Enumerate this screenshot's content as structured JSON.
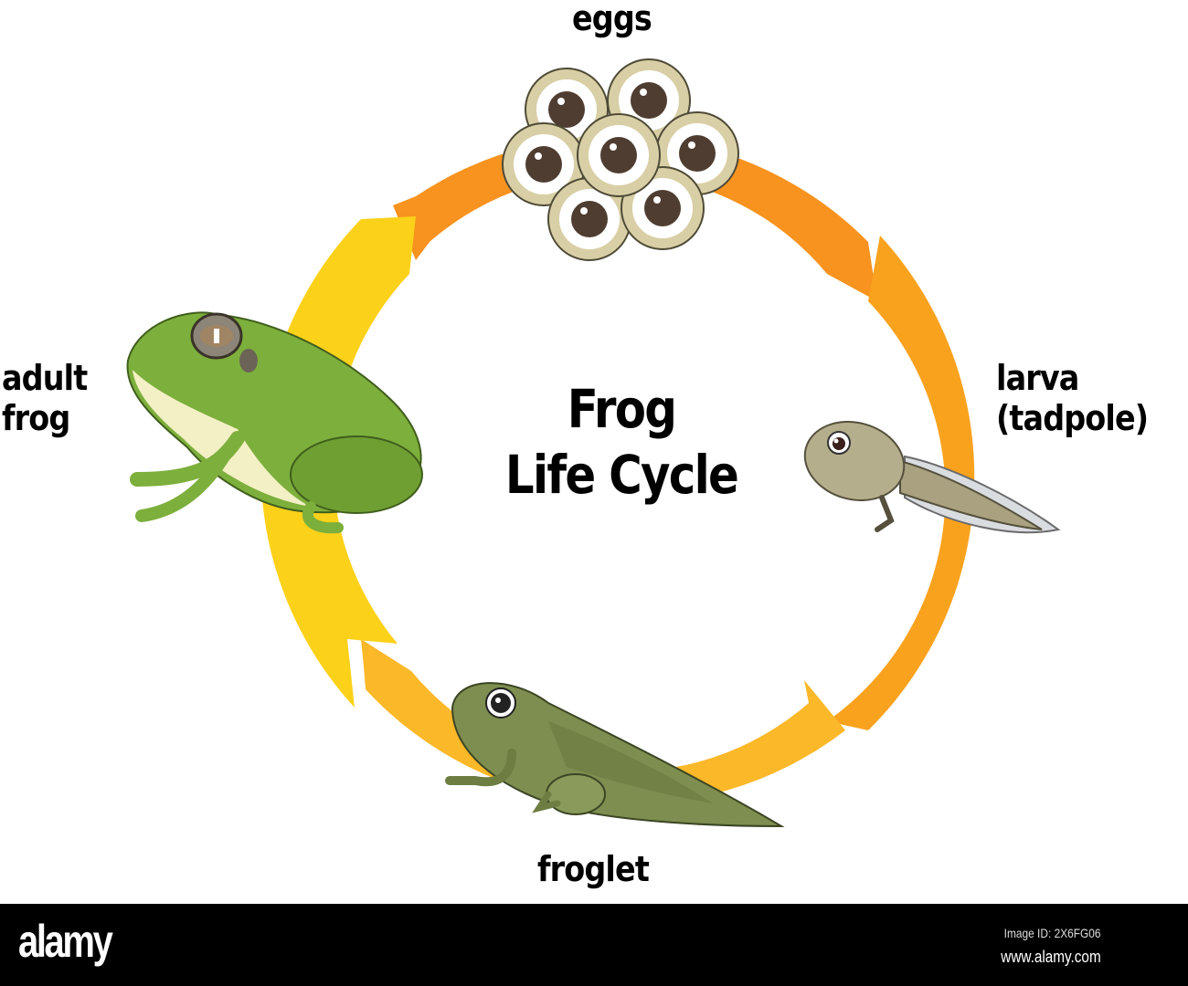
{
  "diagram": {
    "title_line1": "Frog",
    "title_line2": "Life Cycle",
    "stages": [
      {
        "id": "eggs",
        "label": "eggs"
      },
      {
        "id": "larva",
        "label_line1": "larva",
        "label_line2": "(tadpole)"
      },
      {
        "id": "froglet",
        "label": "froglet"
      },
      {
        "id": "adult",
        "label_line1": "adult",
        "label_line2": "frog"
      }
    ],
    "colors": {
      "arrow_top": "#F7931E",
      "arrow_right": "#F9A21E",
      "arrow_bottom": "#FBB829",
      "arrow_left": "#FCD11A",
      "frog_green": "#7DAF3C",
      "frog_belly": "#F3F0C5",
      "tadpole": "#B5AE8C",
      "froglet": "#7E8E50",
      "egg_shell": "#D9CFA6",
      "egg_yolk": "#4F3D31"
    }
  },
  "footer": {
    "logo": "alamy",
    "image_id": "Image ID: 2X6FG06",
    "website": "www.alamy.com"
  }
}
